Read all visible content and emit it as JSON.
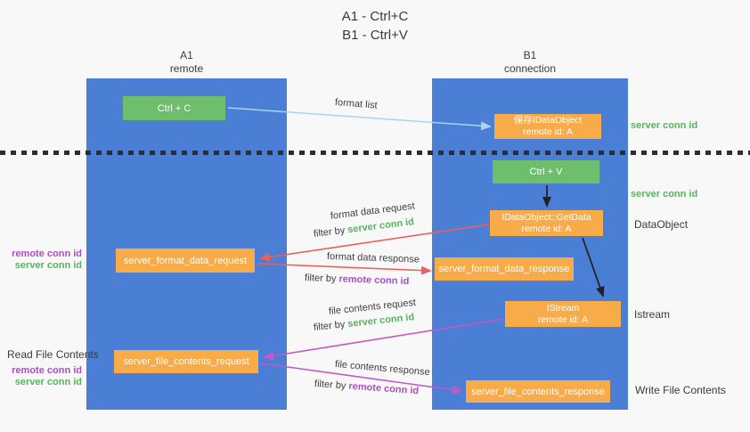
{
  "title": {
    "line1": "A1 - Ctrl+C",
    "line2": "B1 - Ctrl+V"
  },
  "columns": {
    "left": {
      "name": "A1",
      "role": "remote"
    },
    "right": {
      "name": "B1",
      "role": "connection"
    }
  },
  "nodes": {
    "ctrl_c": {
      "label": "Ctrl + C"
    },
    "ctrl_v": {
      "label": "Ctrl + V"
    },
    "save_dataobject": {
      "line1": "保存IDataObject",
      "line2": "remote id: A"
    },
    "getdata": {
      "line1": "IDataObject::GetData",
      "line2": "remote id: A"
    },
    "istream": {
      "line1": "IStream",
      "line2": "remote id: A"
    },
    "server_format_data_request": {
      "label": "server_format_data_request"
    },
    "server_format_data_response": {
      "label": "server_format_data_response"
    },
    "server_file_contents_request": {
      "label": "server_file_contents_request"
    },
    "server_file_contents_response": {
      "label": "server_file_contents_response"
    }
  },
  "side_labels": {
    "server_conn_id_top": "server conn id",
    "server_conn_id_mid": "server conn id",
    "dataobject": "DataObject",
    "istream": "Istream",
    "write_file_contents": "Write File Contents",
    "read_file_contents": "Read File Contents",
    "format_pair": {
      "remote_conn_id": "remote conn id",
      "server_conn_id": "server conn id"
    },
    "file_pair": {
      "remote_conn_id": "remote conn id",
      "server_conn_id": "server conn id"
    }
  },
  "arrow_labels": {
    "format_list": "format list",
    "format_data_request": {
      "title": "format data request",
      "filter_prefix": "filter by ",
      "filter_key": "server conn id"
    },
    "format_data_response": {
      "title": "format data response",
      "filter_prefix": "filter by ",
      "filter_key": "remote conn id"
    },
    "file_contents_request": {
      "title": "file contents request",
      "filter_prefix": "filter by ",
      "filter_key": "server conn id"
    },
    "file_contents_response": {
      "title": "file contents response",
      "filter_prefix": "filter by ",
      "filter_key": "remote conn id"
    }
  },
  "colors": {
    "column_blue": "#4a7fd5",
    "box_green": "#6fbe6d",
    "box_orange": "#f8ab49",
    "arrow_blue": "#a8d4f2",
    "arrow_red": "#e8625c",
    "arrow_magenta": "#c558c5",
    "arrow_black": "#222222",
    "conn_id_green": "#57b45c",
    "conn_id_purple": "#aa50bd"
  }
}
